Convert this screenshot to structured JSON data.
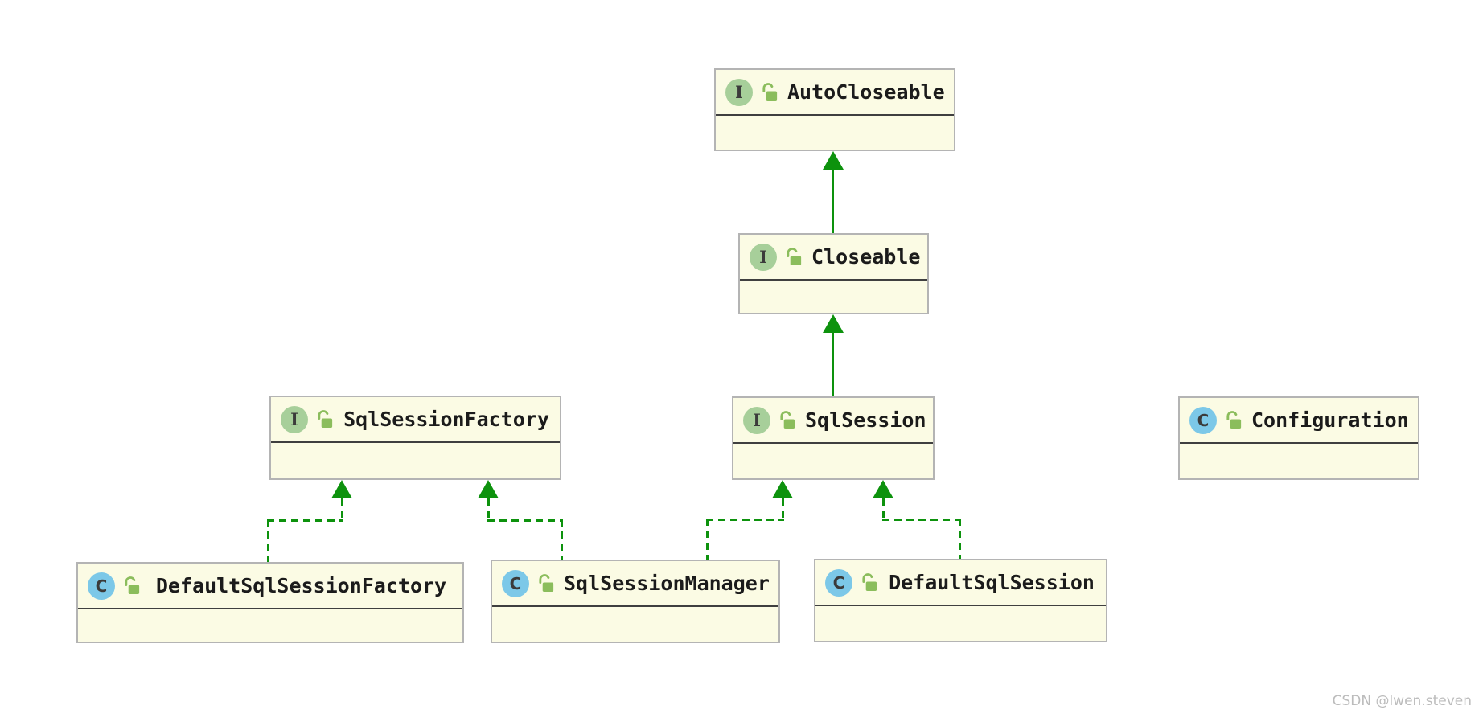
{
  "diagram": {
    "type": "uml-class-diagram",
    "nodes": [
      {
        "id": "autocloseable",
        "name": "AutoCloseable",
        "stereotype": "interface",
        "icon_letter": "I",
        "visibility": "public"
      },
      {
        "id": "closeable",
        "name": "Closeable",
        "stereotype": "interface",
        "icon_letter": "I",
        "visibility": "public"
      },
      {
        "id": "sqlsession",
        "name": "SqlSession",
        "stereotype": "interface",
        "icon_letter": "I",
        "visibility": "public"
      },
      {
        "id": "sqlsessionfactory",
        "name": "SqlSessionFactory",
        "stereotype": "interface",
        "icon_letter": "I",
        "visibility": "public"
      },
      {
        "id": "configuration",
        "name": "Configuration",
        "stereotype": "class",
        "icon_letter": "C",
        "visibility": "public"
      },
      {
        "id": "defaultsqlsessionfactory",
        "name": "DefaultSqlSessionFactory",
        "stereotype": "class",
        "icon_letter": "C",
        "visibility": "public"
      },
      {
        "id": "sqlsessionmanager",
        "name": "SqlSessionManager",
        "stereotype": "class",
        "icon_letter": "C",
        "visibility": "public"
      },
      {
        "id": "defaultsqlsession",
        "name": "DefaultSqlSession",
        "stereotype": "class",
        "icon_letter": "C",
        "visibility": "public"
      }
    ],
    "edges": [
      {
        "from": "Closeable",
        "to": "AutoCloseable",
        "kind": "extends",
        "line": "solid"
      },
      {
        "from": "SqlSession",
        "to": "Closeable",
        "kind": "extends",
        "line": "solid"
      },
      {
        "from": "DefaultSqlSessionFactory",
        "to": "SqlSessionFactory",
        "kind": "implements",
        "line": "dashed"
      },
      {
        "from": "SqlSessionManager",
        "to": "SqlSessionFactory",
        "kind": "implements",
        "line": "dashed"
      },
      {
        "from": "SqlSessionManager",
        "to": "SqlSession",
        "kind": "implements",
        "line": "dashed"
      },
      {
        "from": "DefaultSqlSession",
        "to": "SqlSession",
        "kind": "implements",
        "line": "dashed"
      }
    ],
    "colors": {
      "node_fill": "#fbfbe4",
      "node_border": "#b4b4b4",
      "node_divider": "#3f3f3f",
      "node_text": "#1b1b1b",
      "edge_green": "#0d920d",
      "interface_icon_bg": "#a7cf9a",
      "class_icon_bg": "#7cc8e8",
      "icon_letter_color": "#3b3b3b",
      "lock_icon_color": "#8bbd5c"
    }
  },
  "watermark": {
    "text": "CSDN @lwen.steven",
    "color": "#bcbcbc"
  }
}
